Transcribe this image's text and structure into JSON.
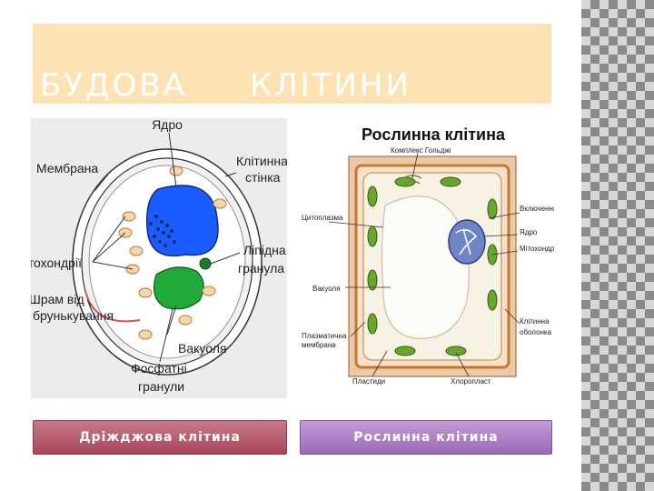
{
  "slide": {
    "title": "БУДОВА     КЛІТИНИ"
  },
  "yeast": {
    "label_nucleus": "Ядро",
    "label_membrane": "Мембрана",
    "label_wall_1": "Клітинна",
    "label_wall_2": "стінка",
    "label_mito": "Мітохондрії",
    "label_lipid_1": "Ліпідна",
    "label_lipid_2": "гранула",
    "label_scar_1": "Шрам від",
    "label_scar_2": "брунькування",
    "label_vacuole": "Вакуоля",
    "label_phos_1": "Фосфатні",
    "label_phos_2": "гранули"
  },
  "plant": {
    "heading": "Рослинна клітина",
    "label_golgi": "Комплекс Гольджі",
    "label_cytoplasm": "Цитоплазма",
    "label_inclusion": "Включення",
    "label_nucleus": "Ядро",
    "label_mito": "Мітохондрії",
    "label_vacuole": "Вакуоля",
    "label_plasma_1": "Плазматична",
    "label_plasma_2": "мембрана",
    "label_shell_1": "Клітинна",
    "label_shell_2": "оболонка",
    "label_plastids": "Пластиди",
    "label_chloroplast": "Хлоропласт"
  },
  "buttons": {
    "yeast": "Дріжджова клітина",
    "plant": "Рослинна клітина"
  },
  "colors": {
    "title_band": "#fde3b3",
    "yeast_button": "#b45a6c",
    "plant_button": "#a97cc4",
    "nucleus_blue": "#1a5cff",
    "vacuole_green": "#1faa3a"
  }
}
